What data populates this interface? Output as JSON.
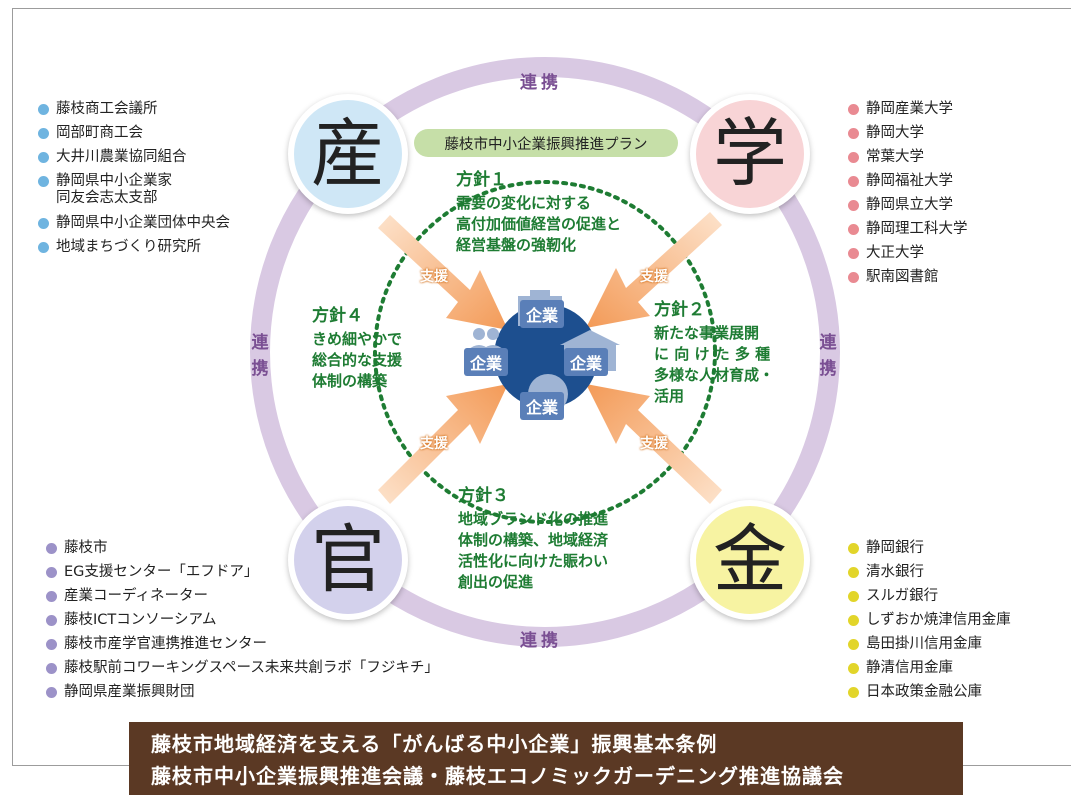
{
  "renkei": "連携",
  "renkei_chars": [
    "連",
    "携"
  ],
  "nodes": {
    "san": {
      "label": "産",
      "color": "#cfe7f6"
    },
    "gaku": {
      "label": "学",
      "color": "#f8d4d6"
    },
    "kan": {
      "label": "官",
      "color": "#d3d1ec"
    },
    "kin": {
      "label": "金",
      "color": "#f7f3a2"
    }
  },
  "plan_title": "藤枝市中小企業振興推進プラン",
  "policies": {
    "p1": {
      "heading": "方針１",
      "lines": [
        "需要の変化に対する",
        "高付加価値経営の促進と",
        "経営基盤の強靭化"
      ]
    },
    "p2": {
      "heading": "方針２",
      "lines": [
        "新たな事業展開",
        "に 向 け た 多 種",
        "多様な人材育成・",
        "活用"
      ]
    },
    "p3": {
      "heading": "方針３",
      "lines": [
        "地域ブランド化の推進",
        "体制の構築、地域経済",
        "活性化に向けた賑わい",
        "創出の促進"
      ]
    },
    "p4": {
      "heading": "方針４",
      "lines": [
        "きめ細やかで",
        "総合的な支援",
        "体制の構築"
      ]
    }
  },
  "support_label": "支援",
  "center_label": "企業",
  "lists": {
    "san": {
      "dot_color": "#6fb4e0",
      "items": [
        "藤枝商工会議所",
        "岡部町商工会",
        "大井川農業協同組合",
        "静岡県中小企業家",
        "静岡県中小企業団体中央会",
        "地域まちづくり研究所"
      ],
      "item3_line2": "同友会志太支部"
    },
    "gaku": {
      "dot_color": "#e98a92",
      "items": [
        "静岡産業大学",
        "静岡大学",
        "常葉大学",
        "静岡福祉大学",
        "静岡県立大学",
        "静岡理工科大学",
        "大正大学",
        "駅南図書館"
      ]
    },
    "kan": {
      "dot_color": "#9c92c8",
      "items": [
        "藤枝市",
        "EG支援センター「エフドア」",
        "産業コーディネーター",
        "藤枝ICTコンソーシアム",
        "藤枝市産学官連携推進センター",
        "藤枝駅前コワーキングスペース未来共創ラボ「フジキチ」",
        "静岡県産業振興財団"
      ]
    },
    "kin": {
      "dot_color": "#e2d52a",
      "items": [
        "静岡銀行",
        "清水銀行",
        "スルガ銀行",
        "しずおか焼津信用金庫",
        "島田掛川信用金庫",
        "静清信用金庫",
        "日本政策金融公庫"
      ]
    }
  },
  "footer": {
    "line1": "藤枝市地域経済を支える「がんばる中小企業」振興基本条例",
    "line2": "藤枝市中小企業振興推進会議・藤枝エコノミックガーデニング推進協議会"
  },
  "colors": {
    "ring": "#d9c9e3",
    "policy_green": "#1e7c33",
    "center_blue": "#1d4f8f",
    "arrow": "#f4a66a",
    "footer_bg": "#5b3924"
  }
}
